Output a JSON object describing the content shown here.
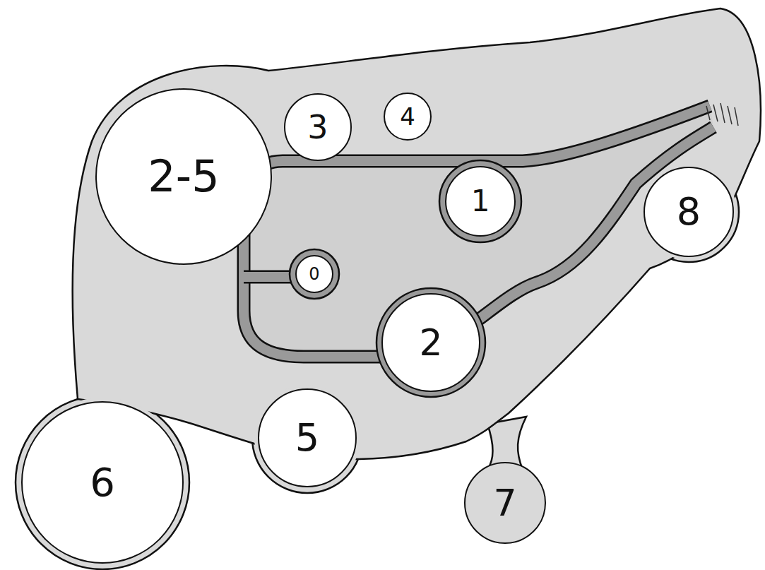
{
  "diagram": {
    "nodes": [
      {
        "text": [
          "3"
        ]
      },
      {
        "text": [
          "4"
        ]
      },
      {
        "text": [
          "2-5"
        ]
      },
      {
        "text": [
          "1"
        ]
      },
      {
        "text": [
          "8"
        ]
      },
      {
        "text": [
          "0"
        ]
      },
      {
        "text": [
          "2"
        ]
      },
      {
        "text": [
          "5"
        ]
      },
      {
        "text": [
          "6"
        ]
      },
      {
        "text": [
          "7"
        ]
      }
    ]
  }
}
